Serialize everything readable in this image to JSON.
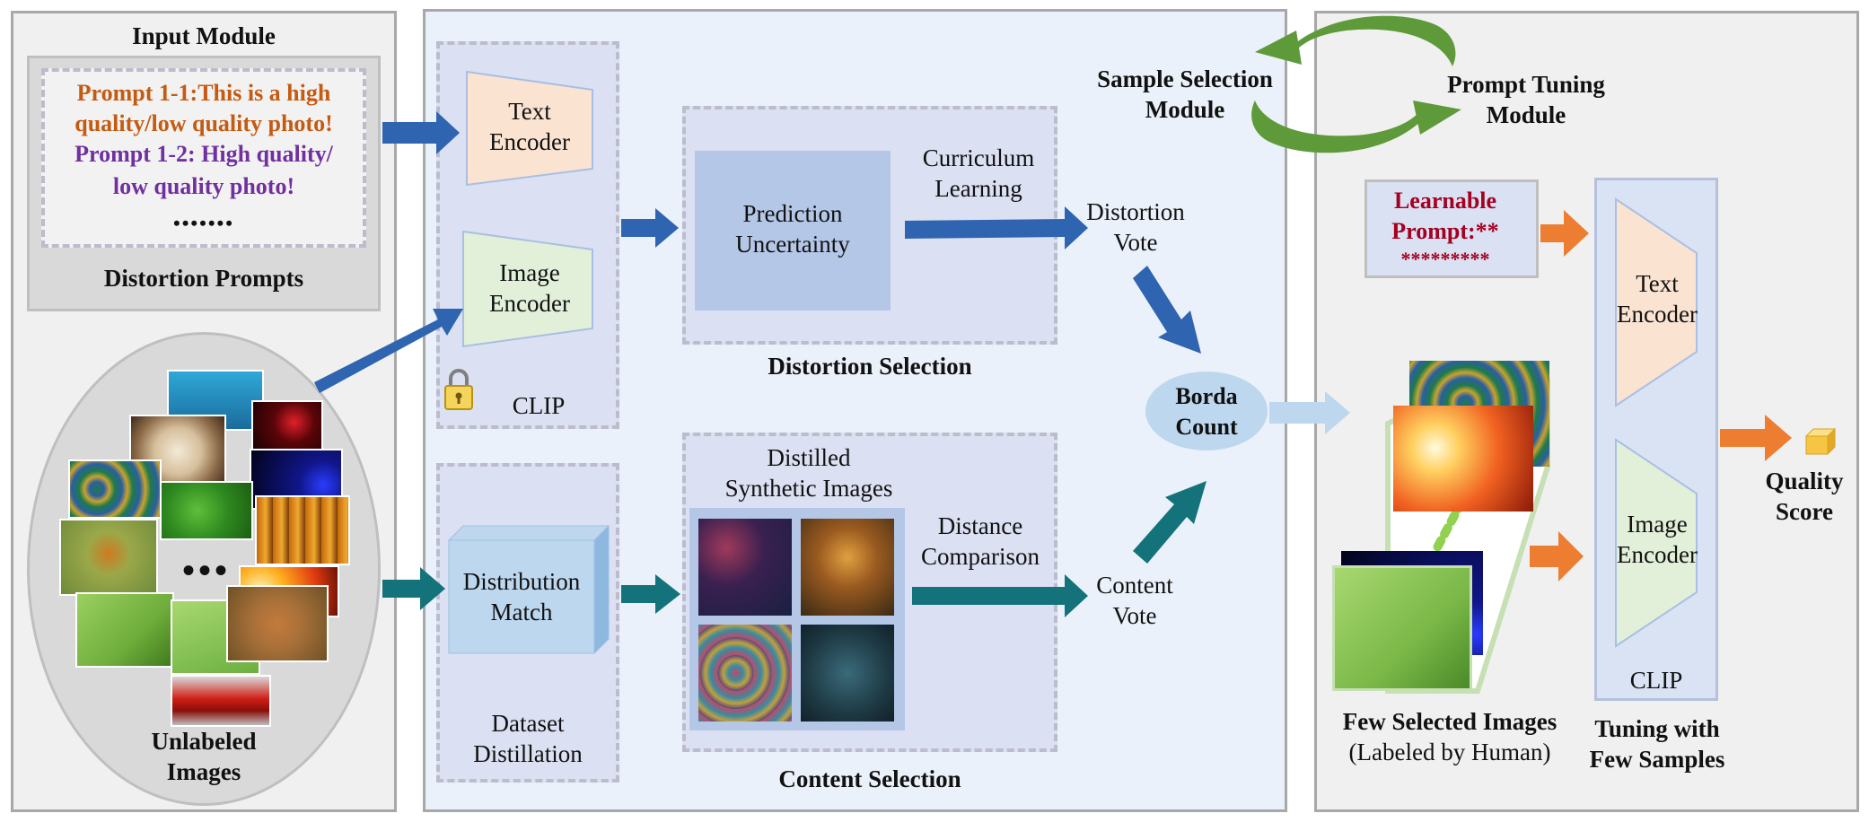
{
  "input_module": {
    "title": "Input Module",
    "prompt_1_1": [
      "Prompt 1-1:This is a high",
      "quality/low quality photo!"
    ],
    "prompt_1_2": [
      "Prompt 1-2: High quality/",
      "low quality photo!"
    ],
    "ellipsis": "•••••••",
    "prompts_label": "Distortion Prompts",
    "images_ellipsis": "•••",
    "images_label": [
      "Unlabeled",
      "Images"
    ]
  },
  "clip_block": {
    "text_encoder": [
      "Text",
      "Encoder"
    ],
    "image_encoder": [
      "Image",
      "Encoder"
    ],
    "label": "CLIP"
  },
  "distortion_selection": {
    "prediction": [
      "Prediction",
      "Uncertainty"
    ],
    "curriculum": [
      "Curriculum",
      "Learning"
    ],
    "label": "Distortion Selection",
    "vote": [
      "Distortion",
      "Vote"
    ]
  },
  "dataset_distillation": {
    "distribution": [
      "Distribution",
      "Match"
    ],
    "label": [
      "Dataset",
      "Distillation"
    ]
  },
  "content_selection": {
    "distilled": [
      "Distilled",
      "Synthetic Images"
    ],
    "distance": [
      "Distance",
      "Comparison"
    ],
    "label": "Content Selection",
    "vote": [
      "Content",
      "Vote"
    ]
  },
  "borda": [
    "Borda",
    "Count"
  ],
  "cycle": {
    "sample_selection": [
      "Sample Selection",
      "Module"
    ],
    "prompt_tuning": [
      "Prompt Tuning",
      "Module"
    ]
  },
  "tuning_module": {
    "learnable": [
      "Learnable",
      "Prompt:**",
      "*********"
    ],
    "text_encoder": [
      "Text",
      "Encoder"
    ],
    "image_encoder": [
      "Image",
      "Encoder"
    ],
    "clip_label": "CLIP",
    "few_selected": "Few Selected Images",
    "labeled_by": "(Labeled by Human)",
    "tuning_label": [
      "Tuning with",
      "Few Samples"
    ],
    "quality": [
      "Quality",
      "Score"
    ]
  },
  "colors": {
    "prompt_orange": "#c55a11",
    "prompt_purple": "#7030a0",
    "learnable_red": "#a50021",
    "arrow_blue": "#2e64b0",
    "arrow_teal": "#14727a",
    "arrow_orange": "#ed7d31",
    "cycle_green": "#5e9a3a"
  }
}
